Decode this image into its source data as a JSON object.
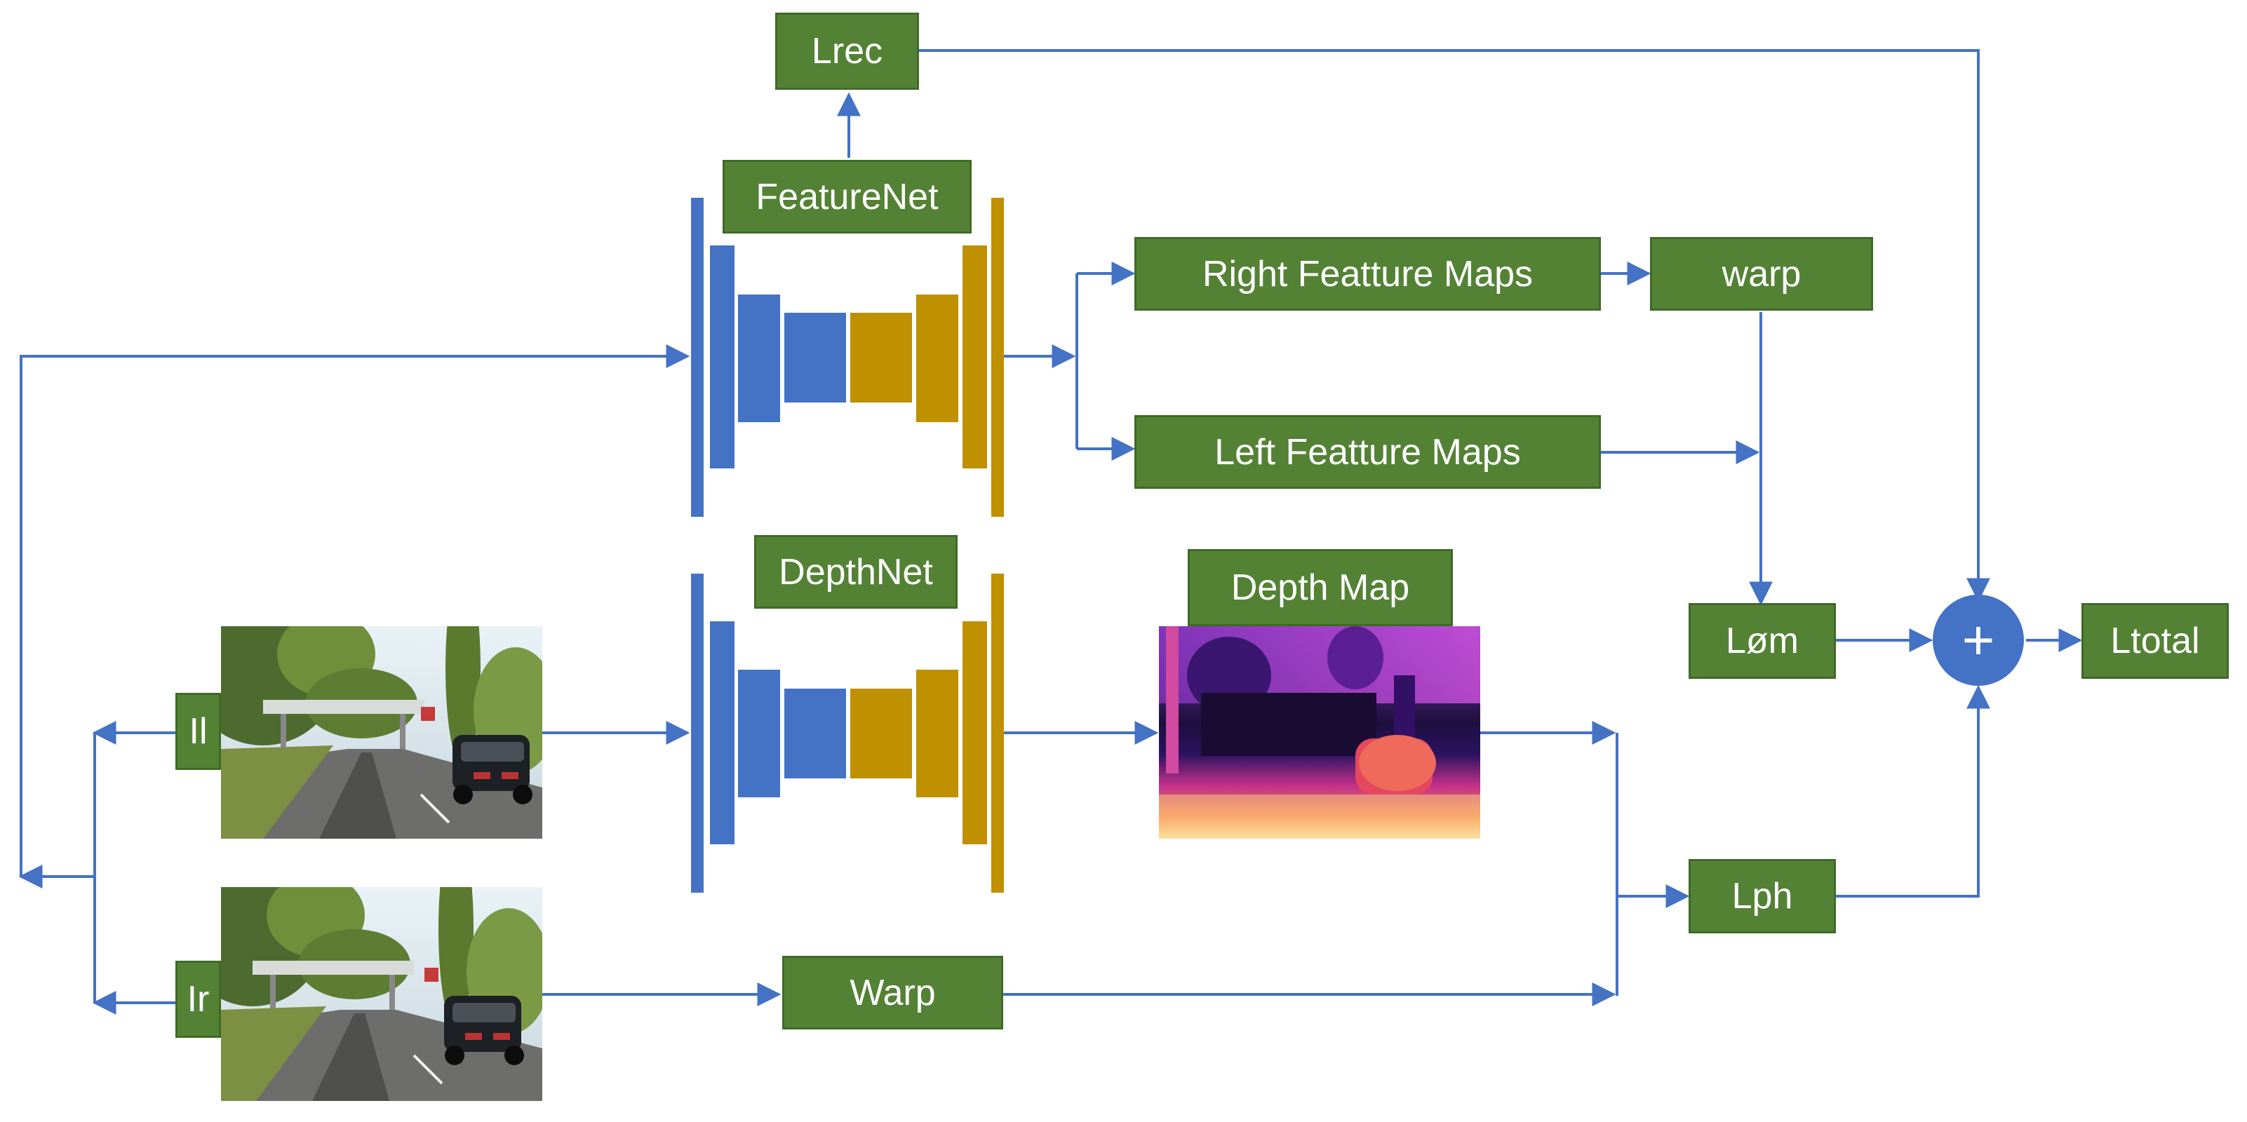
{
  "labels": {
    "lrec": "Lrec",
    "featurenet": "FeatureNet",
    "depthnet": "DepthNet",
    "right_maps": "Right Featture Maps",
    "left_maps": "Left Featture Maps",
    "warp_lower": "warp",
    "depth_map": "Depth Map",
    "lom": "Løm",
    "ltotal": "Ltotal",
    "lph": "Lph",
    "warp_upper": "Warp",
    "il": "Il",
    "ir": "Ir",
    "plus": "+"
  },
  "colors": {
    "box_fill": "#548235",
    "arrow": "#4472c4",
    "encoder": "#4472c4",
    "decoder": "#bf9000",
    "sum_node": "#4472c4"
  }
}
